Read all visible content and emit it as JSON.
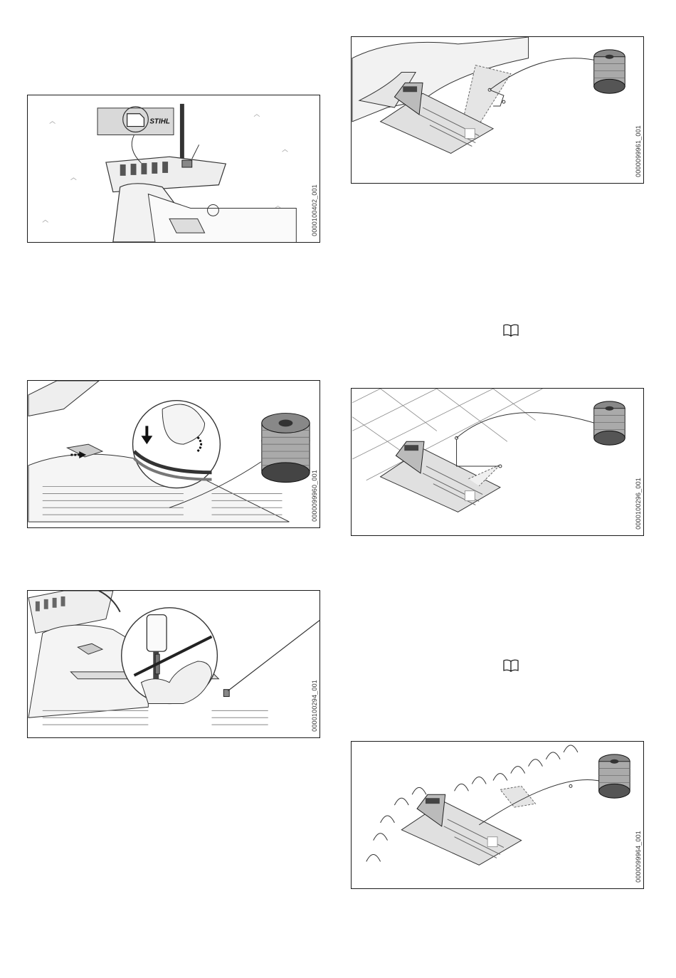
{
  "figures": [
    {
      "code": "0000100402_001",
      "stihl_label": "STIHL"
    },
    {
      "code": "0000099960_001"
    },
    {
      "code": "0000100294_001"
    },
    {
      "code": "0000099961_001"
    },
    {
      "code": "0000100296_001"
    },
    {
      "code": "0000099964_001"
    }
  ],
  "icons": {
    "manual_reference_1": "book-icon",
    "manual_reference_2": "book-icon"
  },
  "colors": {
    "line": "#1a1a1a",
    "grass": "#9a9a9a",
    "shade": "#d6d6d6"
  }
}
